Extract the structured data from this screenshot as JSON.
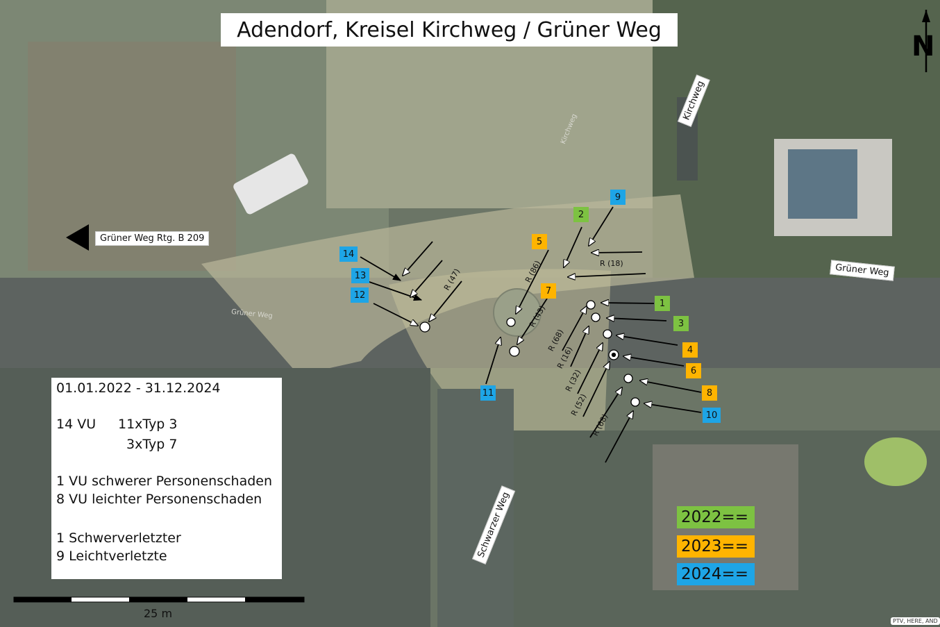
{
  "title": "Adendorf, Kreisel Kirchweg / Grüner Weg",
  "north_label": "N",
  "roads": {
    "gruener_weg_direction": "Grüner Weg Rtg. B 209",
    "kirchweg": "Kirchweg",
    "gruener_weg": "Grüner Weg",
    "schwarzer_weg": "Schwarzer Weg",
    "kirchweg_faint": "Kirchweg",
    "gruener_weg_faint": "Grüner Weg"
  },
  "accidents": [
    {
      "id": "1",
      "year": "2022"
    },
    {
      "id": "2",
      "year": "2022"
    },
    {
      "id": "3",
      "year": "2022"
    },
    {
      "id": "4",
      "year": "2023"
    },
    {
      "id": "5",
      "year": "2023"
    },
    {
      "id": "6",
      "year": "2023"
    },
    {
      "id": "7",
      "year": "2023"
    },
    {
      "id": "8",
      "year": "2023"
    },
    {
      "id": "9",
      "year": "2024"
    },
    {
      "id": "10",
      "year": "2024"
    },
    {
      "id": "11",
      "year": "2024"
    },
    {
      "id": "12",
      "year": "2024"
    },
    {
      "id": "13",
      "year": "2024"
    },
    {
      "id": "14",
      "year": "2024"
    }
  ],
  "age_labels": {
    "r47": "R (47)",
    "r86": "R (86)",
    "r43": "R (43)",
    "r18": "R (18)",
    "r68a": "R (68)",
    "r16": "R (16)",
    "r32": "R (32)",
    "r52": "R (52)",
    "r68b": "R (68)"
  },
  "info": {
    "period": "01.01.2022 - 31.12.2024",
    "vu_count": "14 VU",
    "type3": "11xTyp 3",
    "type7": "3xTyp 7",
    "severe": "1 VU schwerer Personenschaden",
    "light": "8 VU leichter Personenschaden",
    "seriously_injured": "1 Schwerverletzter",
    "slightly_injured": "9 Leichtverletzte"
  },
  "legend": [
    {
      "label": "2022==",
      "color": "#7dc242"
    },
    {
      "label": "2023==",
      "color": "#ffb400"
    },
    {
      "label": "2024==",
      "color": "#1ea5e6"
    }
  ],
  "scale_label": "25 m",
  "credit": "PTV, HERE, AND"
}
